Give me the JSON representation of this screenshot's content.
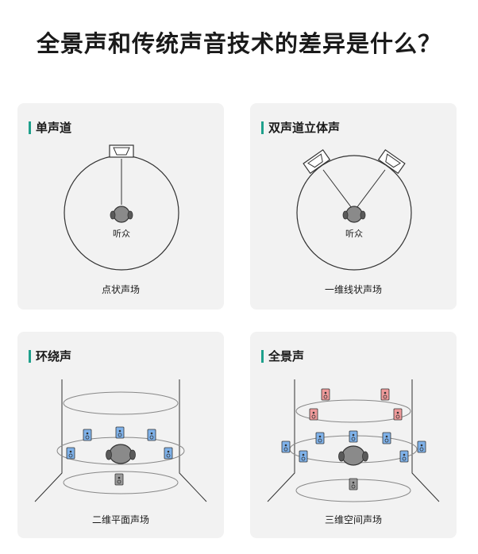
{
  "page": {
    "title": "全景声和传统声音技术的差异是什么？"
  },
  "cards": {
    "mono": {
      "heading": "单声道",
      "listener": "听众",
      "caption": "点状声场"
    },
    "stereo": {
      "heading": "双声道立体声",
      "listener": "听众",
      "caption": "一维线状声场"
    },
    "surround": {
      "heading": "环绕声",
      "caption": "二维平面声场"
    },
    "atmos": {
      "heading": "全景声",
      "caption": "三维空间声场"
    }
  },
  "colors": {
    "accent": "#1fa08c",
    "speaker_blue": "#7fb2ea",
    "speaker_red": "#ee9a9a",
    "speaker_gray": "#9a9a9a",
    "card_bg": "#f2f2f2"
  }
}
